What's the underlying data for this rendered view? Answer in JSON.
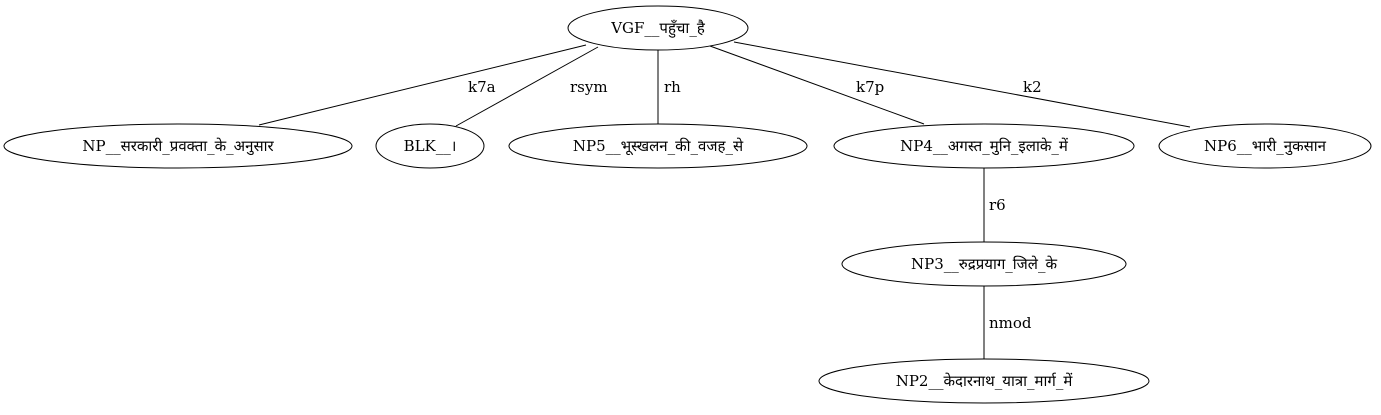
{
  "graph": {
    "nodes": [
      {
        "id": "root",
        "label": "VGF__पहुँचा_है"
      },
      {
        "id": "np_sarkari",
        "label": "NP__सरकारी_प्रवक्ता_के_अनुसार"
      },
      {
        "id": "blk",
        "label": "BLK__।"
      },
      {
        "id": "np5",
        "label": "NP5__भूस्खलन_की_वजह_से"
      },
      {
        "id": "np4",
        "label": "NP4__अगस्त_मुनि_इलाके_में"
      },
      {
        "id": "np6",
        "label": "NP6__भारी_नुकसान"
      },
      {
        "id": "np3",
        "label": "NP3__रुद्रप्रयाग_जिले_के"
      },
      {
        "id": "np2",
        "label": "NP2__केदारनाथ_यात्रा_मार्ग_में"
      }
    ],
    "edges": [
      {
        "from": "root",
        "to": "np_sarkari",
        "label": "k7a"
      },
      {
        "from": "root",
        "to": "blk",
        "label": "rsym"
      },
      {
        "from": "root",
        "to": "np5",
        "label": "rh"
      },
      {
        "from": "root",
        "to": "np4",
        "label": "k7p"
      },
      {
        "from": "root",
        "to": "np6",
        "label": "k2"
      },
      {
        "from": "np4",
        "to": "np3",
        "label": "r6"
      },
      {
        "from": "np3",
        "to": "np2",
        "label": "nmod"
      }
    ]
  }
}
